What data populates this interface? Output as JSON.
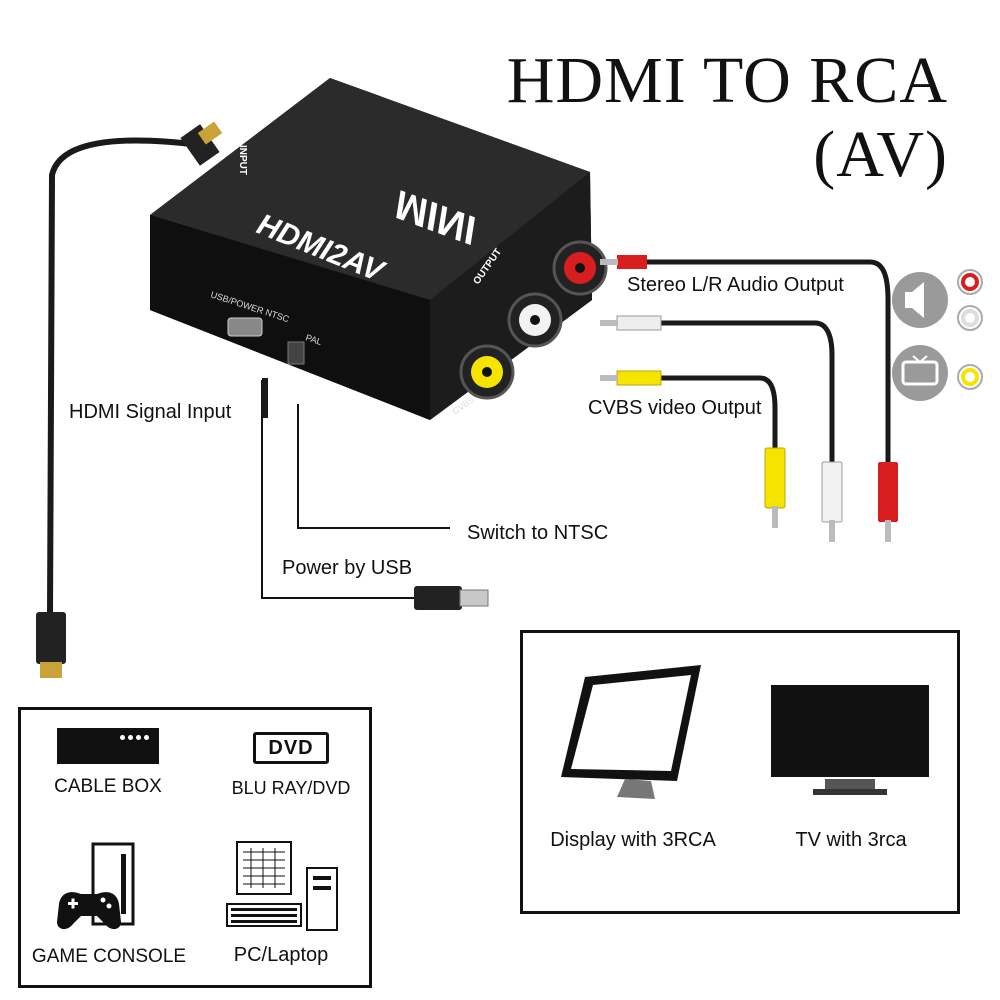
{
  "title": {
    "line1": "HDMI TO RCA",
    "line2": "(AV)"
  },
  "device": {
    "brand": "MINI",
    "model": "HDMI2AV",
    "port_input": "INPUT",
    "port_output": "OUTPUT",
    "port_usb": "USB/POWER NTSC",
    "port_pal": "PAL",
    "port_cvbs": "CVBS"
  },
  "callouts": {
    "hdmi_input": "HDMI Signal Input",
    "audio_output": "Stereo L/R Audio Output",
    "video_output": "CVBS video Output",
    "switch": "Switch to NTSC",
    "power": "Power by USB"
  },
  "sources": {
    "dvd_logo": "DVD",
    "items": [
      "CABLE BOX",
      "BLU RAY/DVD",
      "GAME CONSOLE",
      "PC/Laptop"
    ]
  },
  "displays": {
    "items": [
      "Display with 3RCA",
      "TV with 3rca"
    ]
  },
  "colors": {
    "red": "#d81e1e",
    "white": "#f2f2f2",
    "yellow": "#f6e400",
    "cable": "#1a1a1a"
  }
}
